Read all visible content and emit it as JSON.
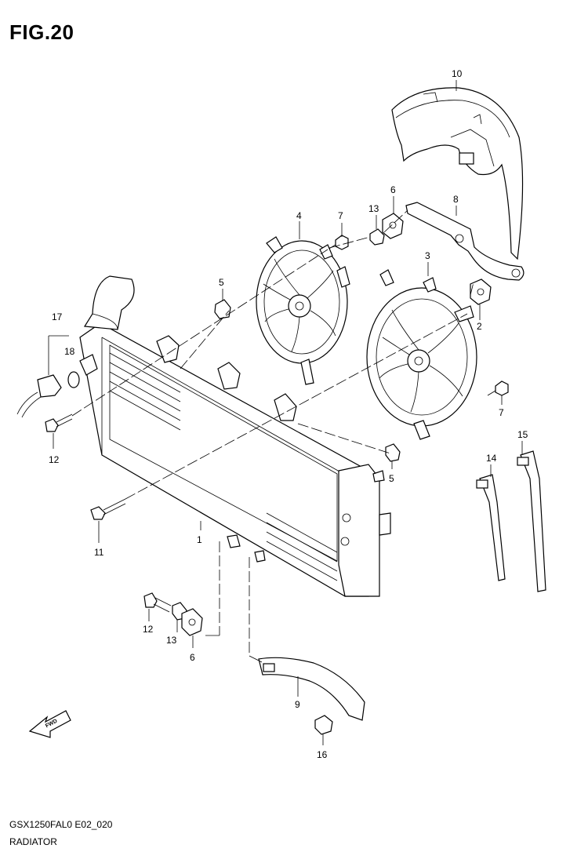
{
  "figure": {
    "title": "FIG.20"
  },
  "footer": {
    "model_code": "GSX1250FAL0 E02_020",
    "section_name": "RADIATOR"
  },
  "icons": {
    "direction": "fwd-arrow-icon",
    "direction_text": "FWD"
  },
  "callouts": [
    {
      "id": "c10",
      "label": "10"
    },
    {
      "id": "c6a",
      "label": "6"
    },
    {
      "id": "c8",
      "label": "8"
    },
    {
      "id": "c4",
      "label": "4"
    },
    {
      "id": "c7a",
      "label": "7"
    },
    {
      "id": "c13a",
      "label": "13"
    },
    {
      "id": "c3",
      "label": "3"
    },
    {
      "id": "c5a",
      "label": "5"
    },
    {
      "id": "c2",
      "label": "2"
    },
    {
      "id": "c17",
      "label": "17"
    },
    {
      "id": "c18",
      "label": "18"
    },
    {
      "id": "c12a",
      "label": "12"
    },
    {
      "id": "c7b",
      "label": "7"
    },
    {
      "id": "c15",
      "label": "15"
    },
    {
      "id": "c14",
      "label": "14"
    },
    {
      "id": "c5b",
      "label": "5"
    },
    {
      "id": "c11",
      "label": "11"
    },
    {
      "id": "c1",
      "label": "1"
    },
    {
      "id": "c12b",
      "label": "12"
    },
    {
      "id": "c13b",
      "label": "13"
    },
    {
      "id": "c6b",
      "label": "6"
    },
    {
      "id": "c9",
      "label": "9"
    },
    {
      "id": "c16",
      "label": "16"
    }
  ]
}
